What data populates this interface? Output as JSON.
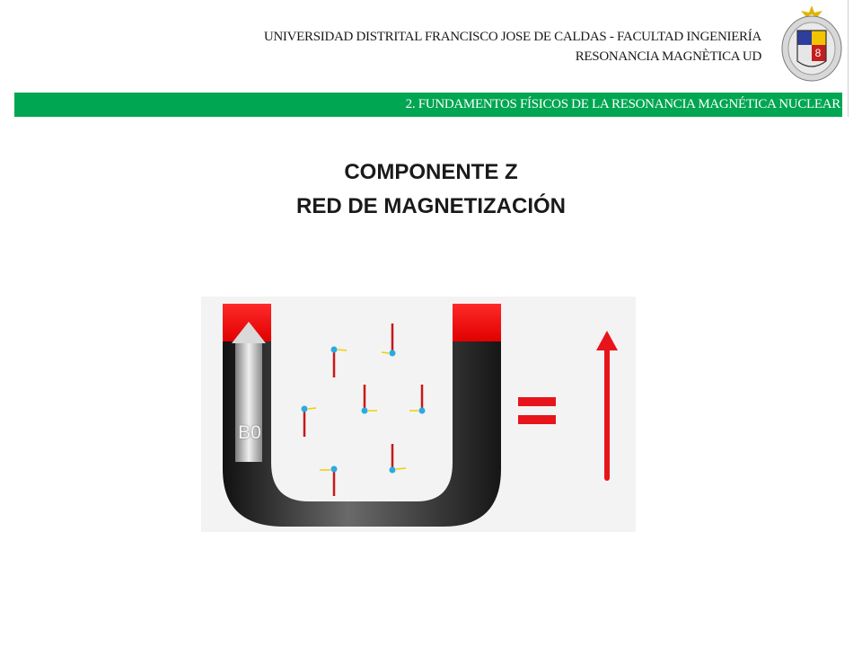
{
  "header": {
    "line1": "UNIVERSIDAD DISTRITAL FRANCISCO JOSE DE CALDAS - FACULTAD INGENIERÍA",
    "line2": "RESONANCIA MAGNÈTICA UD"
  },
  "banner": {
    "text": "2.   FUNDAMENTOS FÍSICOS DE LA RESONANCIA MAGNÉTICA NUCLEAR"
  },
  "slide": {
    "title_line1": "COMPONENTE Z",
    "title_line2": "RED DE MAGNETIZACIÓN"
  },
  "figure": {
    "field_label": "B0",
    "equals_sign": "=",
    "colors": {
      "magnet_pole": "#ff1a1a",
      "arrow": "#e8141c",
      "spin_ball": "#29abe2",
      "banner": "#00a651"
    }
  }
}
